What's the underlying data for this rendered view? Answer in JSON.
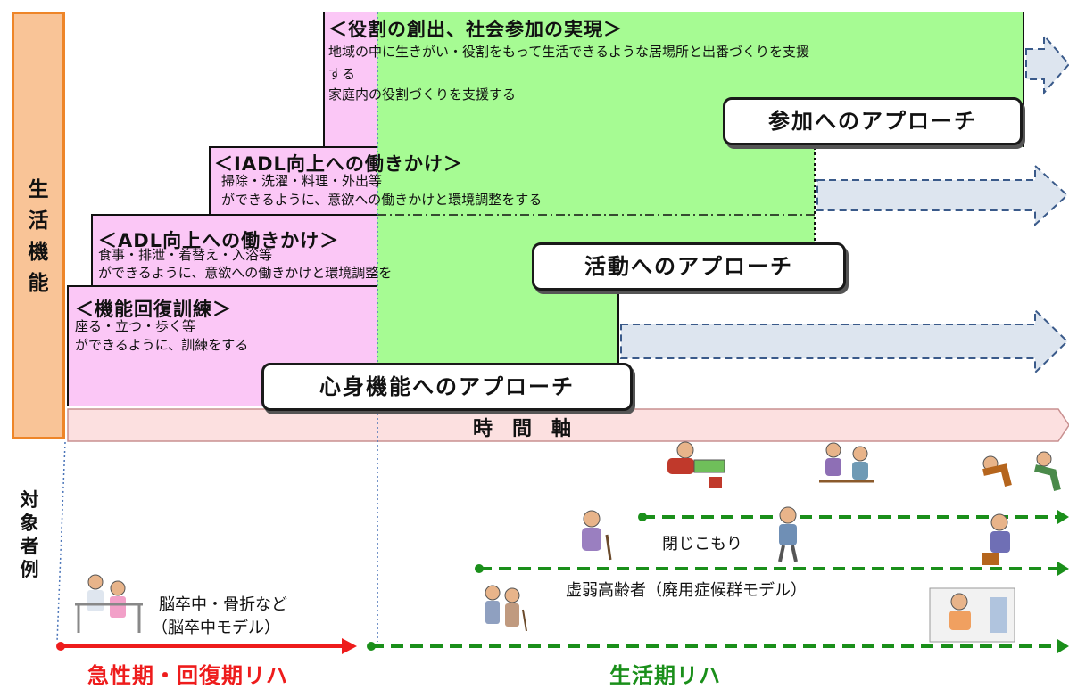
{
  "side_label": [
    "生",
    "活",
    "機",
    "能"
  ],
  "steps": {
    "role": {
      "title": "＜役割の創出、社会参加の実現＞",
      "lines": [
        "地域の中に生きがい・役割をもって生活できるような居場所と出番づくりを支援",
        "する",
        "家庭内の役割づくりを支援する"
      ]
    },
    "iadl": {
      "title": "＜IADL向上への働きかけ＞",
      "lines": [
        "掃除・洗濯・料理・外出等",
        "ができるように、意欲への働きかけと環境調整をする"
      ]
    },
    "adl": {
      "title": "＜ADL向上への働きかけ＞",
      "lines": [
        "食事・排泄・着替え・入浴等",
        "ができるように、意欲への働きかけと環境調整を"
      ]
    },
    "func": {
      "title": "＜機能回復訓練＞",
      "lines": [
        "座る・立つ・歩く等",
        "ができるように、訓練をする"
      ]
    }
  },
  "approaches": {
    "participation": "参加へのアプローチ",
    "activity": "活動へのアプローチ",
    "body": "心身機能へのアプローチ"
  },
  "time_axis": "時間軸",
  "target_label": [
    "対",
    "象",
    "者",
    "例"
  ],
  "targets": {
    "withdrawn": "閉じこもり",
    "frail": "虚弱高齢者（廃用症候群モデル）",
    "stroke_line1": "脳卒中・骨折など",
    "stroke_line2": "（脳卒中モデル）"
  },
  "phases": {
    "acute": "急性期・回復期リハ",
    "living": "生活期リハ"
  },
  "colors": {
    "pink": "#fbc7f6",
    "green": "#a6fb93",
    "orange": "#ee8528",
    "side_fill": "#f9c497",
    "axis_fill": "#fce0e0",
    "arrow_fill": "#dde5ef",
    "red": "#ee1c1c",
    "dark_green": "#1a8f1a"
  }
}
